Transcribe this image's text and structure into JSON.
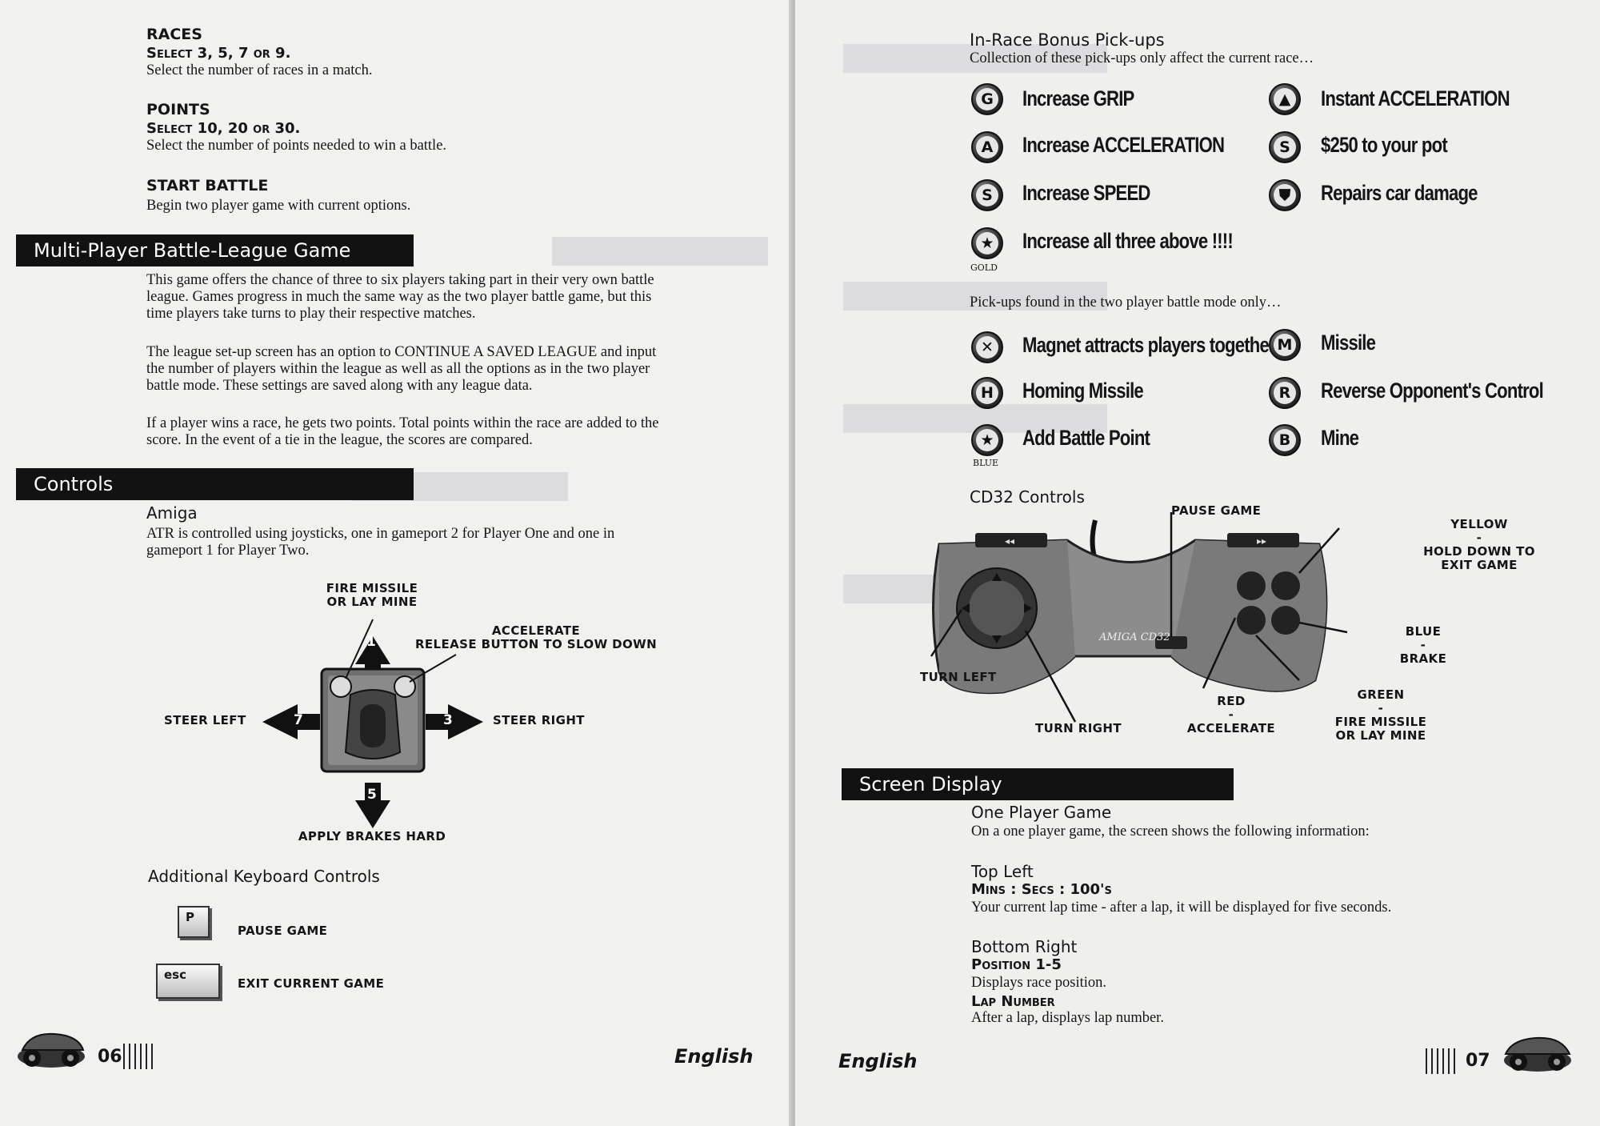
{
  "left": {
    "races": {
      "title": "RACES",
      "select": "Select 3, 5, 7 or 9.",
      "desc": "Select the number of races in a match."
    },
    "points": {
      "title": "POINTS",
      "select": "Select 10, 20 or 30.",
      "desc": "Select the number of points needed to win a battle."
    },
    "start_battle": {
      "title": "START BATTLE",
      "desc": "Begin two player game with current options."
    },
    "multi_player": {
      "heading": "Multi-Player Battle-League Game",
      "p1_l1": "This game offers the chance of three to six players taking part in their very own battle",
      "p1_l2": "league. Games progress in much the same way as the two player battle game, but this",
      "p1_l3": "time players take turns to play their respective matches.",
      "p2_l1": "The league set-up screen has an option to CONTINUE A SAVED LEAGUE and input",
      "p2_l2": "the number of players within the league as well as all the options as in the two player",
      "p2_l3": "battle mode.  These settings are saved along with any league data.",
      "p3_l1": "If a player wins a race, he gets two points. Total points within the race are added to the",
      "p3_l2": "score. In the event of a tie in the league, the scores are compared."
    },
    "controls": {
      "heading": "Controls",
      "amiga_title": "Amiga",
      "amiga_l1": "ATR is controlled using joysticks, one in gameport 2 for Player One and one in",
      "amiga_l2": "gameport 1 for Player Two.",
      "fire_l1": "FIRE MISSILE",
      "fire_l2": "OR LAY MINE",
      "accel_l1": "ACCELERATE",
      "accel_l2": "RELEASE BUTTON TO SLOW DOWN",
      "steer_left": "STEER LEFT",
      "steer_right": "STEER RIGHT",
      "brakes": "APPLY BRAKES HARD",
      "n1": "1",
      "n3": "3",
      "n5": "5",
      "n7": "7"
    },
    "keyboard": {
      "title": "Additional Keyboard Controls",
      "key_p": "P",
      "key_p_label": "PAUSE GAME",
      "key_esc": "esc",
      "key_esc_label": "EXIT CURRENT GAME"
    },
    "footer": {
      "page": "06",
      "lang": "English"
    }
  },
  "right": {
    "pickups": {
      "title": "In-Race Bonus Pick-ups",
      "sub": "Collection of these pick-ups only affect the current race…",
      "g_letter": "G",
      "g": "Increase GRIP",
      "a_letter": "A",
      "a": "Increase ACCELERATION",
      "s_letter": "S",
      "s": "Increase SPEED",
      "gold": "Increase all three above !!!!",
      "gold_tag": "GOLD",
      "up": "Instant ACCELERATION",
      "dollar_letter": "S",
      "dollar": "$250 to your pot",
      "repair": "Repairs car damage",
      "battle_sub": "Pick-ups found in the two player battle mode only…",
      "magnet": "Magnet attracts players together",
      "h_letter": "H",
      "h": "Homing Missile",
      "blue": "Add Battle Point",
      "blue_tag": "BLUE",
      "m_letter": "M",
      "m": "Missile",
      "r_letter": "R",
      "r": "Reverse Opponent's Control",
      "b_letter": "B",
      "b": "Mine"
    },
    "cd32": {
      "title": "CD32 Controls",
      "pause": "PAUSE GAME",
      "yellow_l1": "YELLOW",
      "yellow_l2": "-",
      "yellow_l3": "HOLD DOWN TO",
      "yellow_l4": "EXIT GAME",
      "blue_l1": "BLUE",
      "blue_l2": "-",
      "blue_l3": "BRAKE",
      "green_l1": "GREEN",
      "green_l2": "-",
      "green_l3": "FIRE MISSILE",
      "green_l4": "OR LAY MINE",
      "red_l1": "RED",
      "red_l2": "-",
      "red_l3": "ACCELERATE",
      "turn_left": "TURN LEFT",
      "turn_right": "TURN RIGHT",
      "pad_brand": "AMIGA CD32"
    },
    "screen": {
      "heading": "Screen Display",
      "one_player": "One Player Game",
      "one_desc": "On a one player game, the screen shows the following information:",
      "top_left": "Top Left",
      "top_left_sub": "Mins : Secs : 100's",
      "top_left_desc": "Your current lap time - after a lap, it will be displayed for five seconds.",
      "bottom_right": "Bottom Right",
      "pos_sub": "Position 1-5",
      "pos_desc": "Displays race position.",
      "lap_sub": "Lap Number",
      "lap_desc": "After a lap, displays lap number."
    },
    "footer": {
      "page": "07",
      "lang": "English"
    }
  }
}
